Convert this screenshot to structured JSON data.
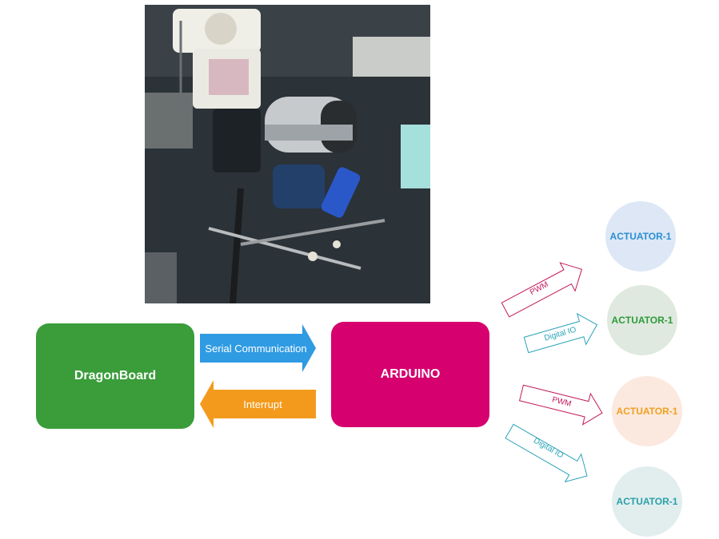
{
  "diagram": {
    "left_box": {
      "label": "DragonBoard",
      "color": "#3a9d3a"
    },
    "right_box": {
      "label": "ARDUINO",
      "color": "#d6006f"
    },
    "arrow_right": {
      "label": "Serial Communication",
      "color": "#2f9be3"
    },
    "arrow_left": {
      "label": "Interrupt",
      "color": "#f39a1c"
    },
    "outputs": [
      {
        "signal": "PWM",
        "color": "#c2185b",
        "actuator": "ACTUATOR-1"
      },
      {
        "signal": "Digital IO",
        "color": "#29a3b8",
        "actuator": "ACTUATOR-1"
      },
      {
        "signal": "PWM",
        "color": "#c2185b",
        "actuator": "ACTUATOR-1"
      },
      {
        "signal": "Digital IO",
        "color": "#29a3b8",
        "actuator": "ACTUATOR-1"
      }
    ]
  }
}
